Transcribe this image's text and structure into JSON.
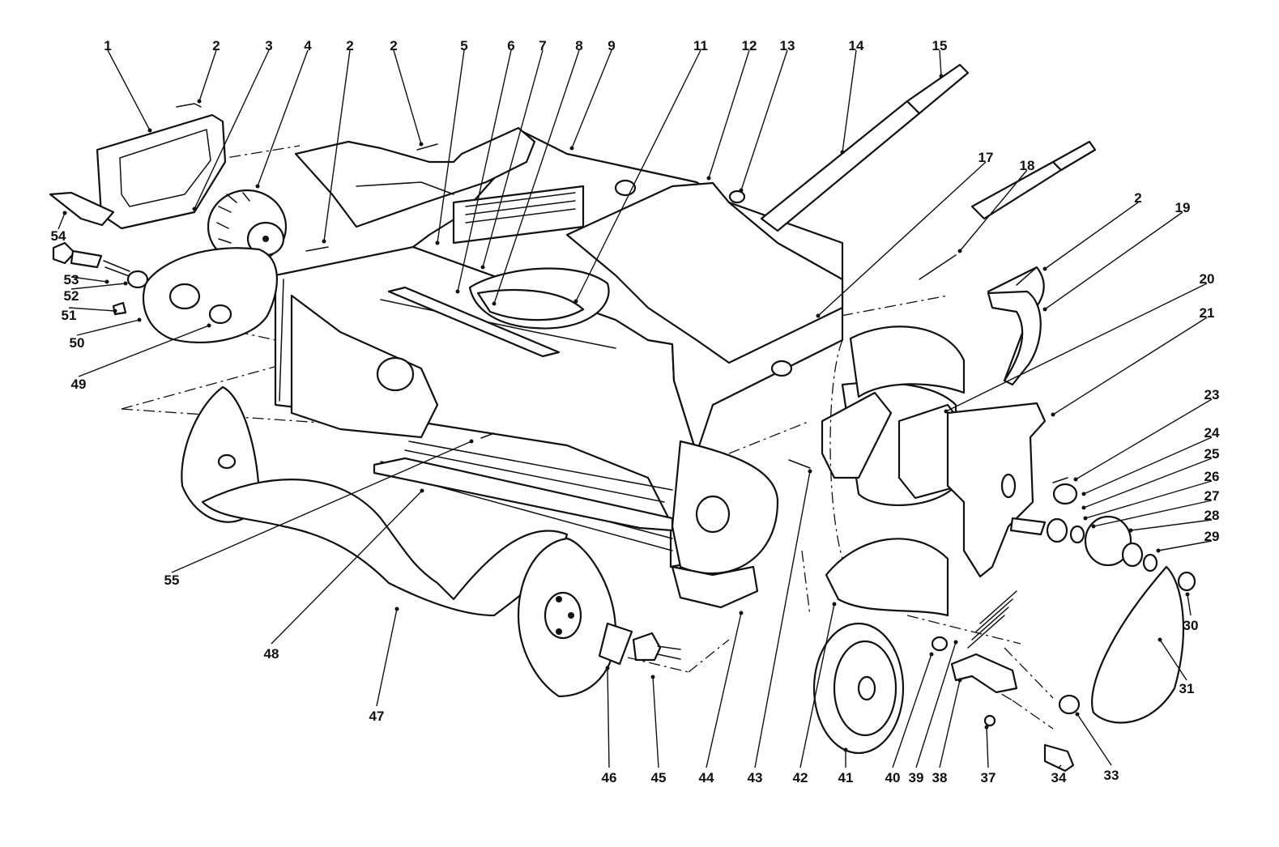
{
  "callouts": [
    {
      "id": "c1",
      "text": "1"
    },
    {
      "id": "c2a",
      "text": "2"
    },
    {
      "id": "c3",
      "text": "3"
    },
    {
      "id": "c4",
      "text": "4"
    },
    {
      "id": "c2b",
      "text": "2"
    },
    {
      "id": "c2c",
      "text": "2"
    },
    {
      "id": "c5",
      "text": "5"
    },
    {
      "id": "c6",
      "text": "6"
    },
    {
      "id": "c7",
      "text": "7"
    },
    {
      "id": "c8",
      "text": "8"
    },
    {
      "id": "c9",
      "text": "9"
    },
    {
      "id": "c11",
      "text": "11"
    },
    {
      "id": "c12",
      "text": "12"
    },
    {
      "id": "c13",
      "text": "13"
    },
    {
      "id": "c14",
      "text": "14"
    },
    {
      "id": "c15",
      "text": "15"
    },
    {
      "id": "c17",
      "text": "17"
    },
    {
      "id": "c18",
      "text": "18"
    },
    {
      "id": "c2d",
      "text": "2"
    },
    {
      "id": "c19",
      "text": "19"
    },
    {
      "id": "c20",
      "text": "20"
    },
    {
      "id": "c21",
      "text": "21"
    },
    {
      "id": "c23",
      "text": "23"
    },
    {
      "id": "c24",
      "text": "24"
    },
    {
      "id": "c25",
      "text": "25"
    },
    {
      "id": "c26",
      "text": "26"
    },
    {
      "id": "c27",
      "text": "27"
    },
    {
      "id": "c28",
      "text": "28"
    },
    {
      "id": "c29",
      "text": "29"
    },
    {
      "id": "c30",
      "text": "30"
    },
    {
      "id": "c31",
      "text": "31"
    },
    {
      "id": "c33",
      "text": "33"
    },
    {
      "id": "c34",
      "text": "34"
    },
    {
      "id": "c37",
      "text": "37"
    },
    {
      "id": "c38",
      "text": "38"
    },
    {
      "id": "c39",
      "text": "39"
    },
    {
      "id": "c40",
      "text": "40"
    },
    {
      "id": "c41",
      "text": "41"
    },
    {
      "id": "c42",
      "text": "42"
    },
    {
      "id": "c43",
      "text": "43"
    },
    {
      "id": "c44",
      "text": "44"
    },
    {
      "id": "c45",
      "text": "45"
    },
    {
      "id": "c46",
      "text": "46"
    },
    {
      "id": "c47",
      "text": "47"
    },
    {
      "id": "c48",
      "text": "48"
    },
    {
      "id": "c55",
      "text": "55"
    },
    {
      "id": "c49",
      "text": "49"
    },
    {
      "id": "c50",
      "text": "50"
    },
    {
      "id": "c51",
      "text": "51"
    },
    {
      "id": "c52",
      "text": "52"
    },
    {
      "id": "c53",
      "text": "53"
    },
    {
      "id": "c54",
      "text": "54"
    }
  ]
}
